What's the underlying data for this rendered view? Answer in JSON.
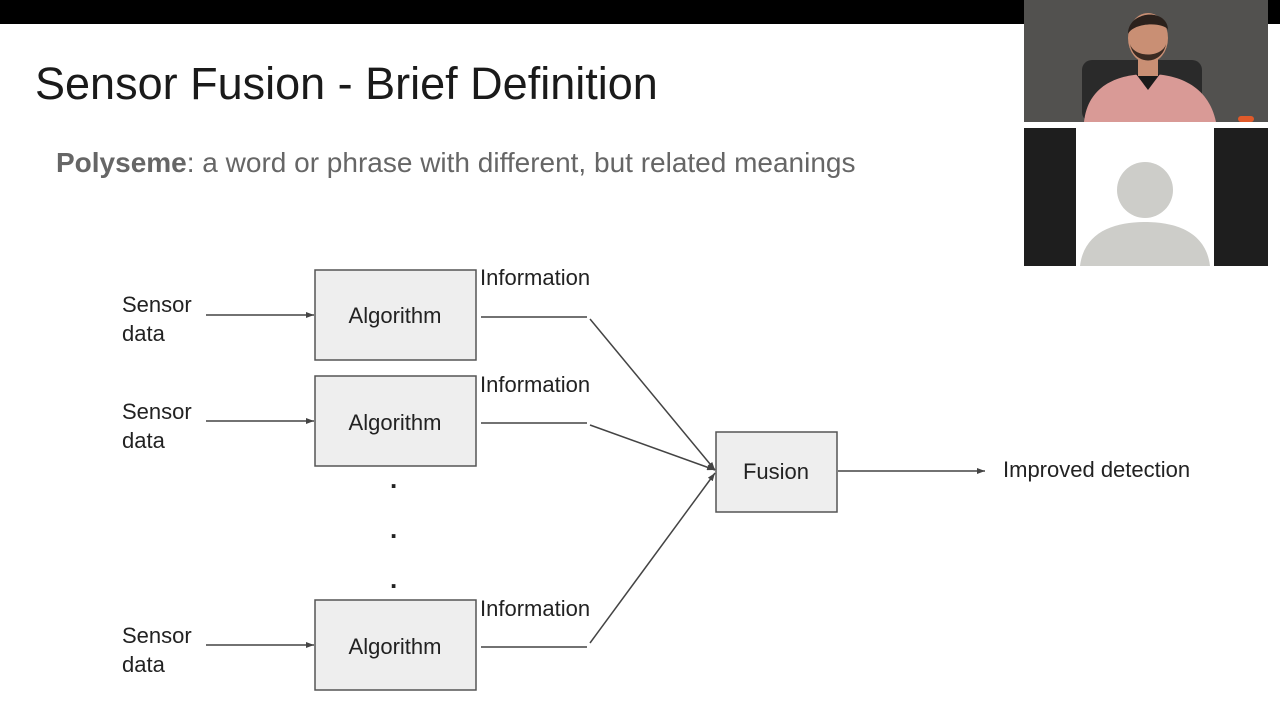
{
  "slide": {
    "title": "Sensor Fusion - Brief Definition",
    "definition": {
      "term": "Polyseme",
      "text": ": a word or phrase with different, but related meanings"
    }
  },
  "diagram": {
    "inputs": [
      {
        "line1": "Sensor",
        "line2": "data",
        "algorithm": "Algorithm",
        "output": "Information"
      },
      {
        "line1": "Sensor",
        "line2": "data",
        "algorithm": "Algorithm",
        "output": "Information"
      },
      {
        "line1": "Sensor",
        "line2": "data",
        "algorithm": "Algorithm",
        "output": "Information"
      }
    ],
    "ellipsis": ".",
    "fusion": "Fusion",
    "result": "Improved detection"
  },
  "video": {
    "presenter_icon": "person-video-icon",
    "participant_icon": "user-avatar-icon",
    "colors": {
      "wall": "#4a4a4a",
      "shirt": "#d99a96",
      "avatar": "#cdcdc9"
    }
  }
}
